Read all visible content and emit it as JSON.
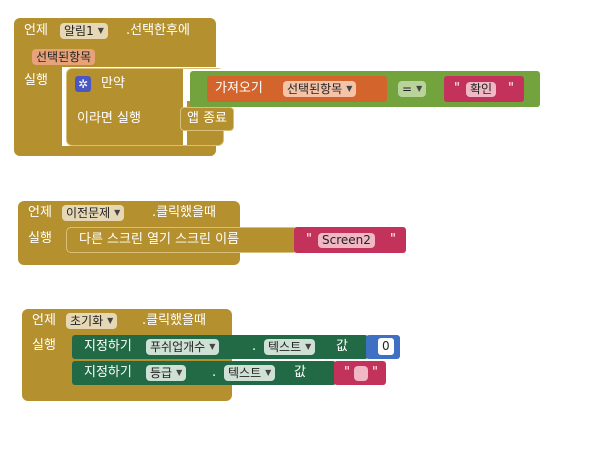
{
  "block1": {
    "when": "언제",
    "component": "알림1",
    "event_name": ".선택한후에",
    "param": "선택된항목",
    "do": "실행",
    "if_label": "만약",
    "then_label": "이라면 실행",
    "get_label": "가져오기",
    "get_var": "선택된항목",
    "op": "=",
    "quote_open": "\"",
    "compare_text": "확인",
    "quote_close": "\"",
    "close_app": "앱 종료"
  },
  "block2": {
    "when": "언제",
    "component": "이전문제",
    "event_name": ".클릭했을때",
    "do": "실행",
    "open_screen": "다른 스크린 열기  스크린 이름",
    "quote_open": "\"",
    "screen_name": "Screen2",
    "quote_close": "\""
  },
  "block3": {
    "when": "언제",
    "component": "초기화",
    "event_name": ".클릭했을때",
    "do": "실행",
    "set1_label": "지정하기",
    "set1_component": "푸쉬업개수",
    "dot": ".",
    "set1_prop": "텍스트",
    "value_label": "값",
    "set1_value": "0",
    "set2_label": "지정하기",
    "set2_component": "등급",
    "set2_prop": "텍스트",
    "quote_open": "\"",
    "set2_value": "",
    "quote_close": "\""
  },
  "colors": {
    "event": "#b5902f",
    "logic_green": "#72a33d",
    "variable_orange": "#d3652c",
    "text_red": "#c2325b",
    "setter_green": "#226a45",
    "math_blue": "#3f70c4",
    "control_purple": "#4a57c2"
  }
}
